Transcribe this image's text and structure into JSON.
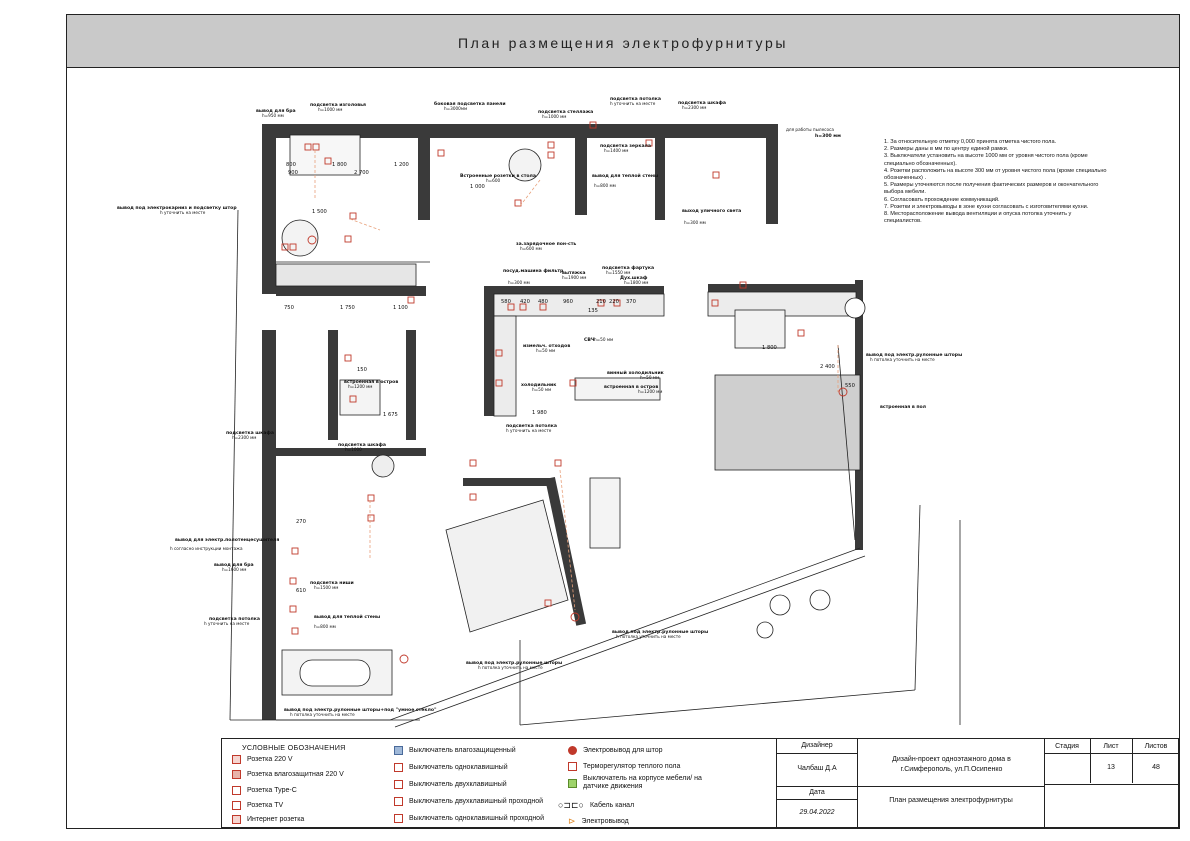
{
  "header": {
    "title": "План размещения электрофурнитуры"
  },
  "notes": [
    "1. За относительную отметку 0,000 принята отметка чистого пола.",
    "2. Размеры даны в мм по центру единой рамки.",
    "3. Выключатели установить на высоте 1000 мм от уровня чистого пола (кроме специально обозначенных).",
    "4. Розетки расположить на высоте 300 мм от уровня чистого пола (кроме специально обозначенных) .",
    "5. Размеры уточняются после получения фактических размеров и окончательного выбора мебели.",
    "6. Согласовать прохождение коммуникаций.",
    "7. Розетки и электровыводы в зоне кухни согласовать с изготовителями кухни.",
    "8. Месторасположение вывода вентиляции и опуска потолка уточнить у специалистов."
  ],
  "plan_labels": {
    "bra": "вывод для бра",
    "bra_h": "h=950 мм",
    "pods_izgol": "подсветка изголовья",
    "pods_izgol_h": "h=1000 мм",
    "bok_pods": "боковая подсветка панели",
    "bok_pods_h": "h=3000мм",
    "pods_stell": "подсветка стеллажа",
    "pods_stell_h": "h=1000 мм",
    "pods_potolka": "подсветка потолка",
    "pods_potolka_h": "h уточнить на месте",
    "pods_shkafa": "подсветка шкафа",
    "pods_shkafa_h": "h=2300 мм",
    "dlya_rab": "для работы пылесоса",
    "dlya_rab_h": "h=300 мм",
    "pods_zerk": "подсветка зеркала",
    "pods_zerk_h": "h=1400 мм",
    "vstr_stol": "Встроенные розетки в стола",
    "vstr_stol_h": "h=600",
    "vyvod_karniz": "вывод под электрокарниз и подсветку штор",
    "vyvod_karniz_h": "h уточнить на месте",
    "tepl_stena": "вывод для теплой стены",
    "tepl_stena_h": "h=800 мм",
    "vyh_svet": "выход уличного света",
    "vyh_svet_h": "h=300 мм",
    "zarad": "за.зарядочное пон-сть",
    "zarad_h": "h=600 мм",
    "posud": "посуд.машина фильтр",
    "posud_h": "h=300 мм",
    "vytyazhka": "вытяжка",
    "vytyazhka_h": "h=1900 мм",
    "pods_fartuk": "подсветка фартука",
    "pods_fartuk_h": "h=1550 мм",
    "duh_shkaf": "Дух.шкаф",
    "duh_shkaf_h": "h=1800 мм",
    "izmel": "измельч. отходов",
    "izmel_h": "h=50 мм",
    "svch": "СВЧ",
    "svch_h": "h=50 мм",
    "holod": "холодильник",
    "holod_h": "h=50 мм",
    "vin_holod": "винный холодильник",
    "vin_holod_h": "h=50 мм",
    "vstr_ostrov": "встроенная в остров",
    "vstr_ostrov_h": "h=1200 мм",
    "pods_potolka2": "подсветка потолка",
    "pods_potolka2_h": "h уточнить на месте",
    "shtory": "вывод под электр.рулонные шторы",
    "shtory_h": "h потолка уточнить на месте",
    "vstr_pol": "встроенная в пол",
    "vstr_ostrov2": "встроенная в остров",
    "vstr_ostrov2_h": "h=1200 мм",
    "pods_shkafa2": "подсветка шкафа",
    "pods_shkafa2_h": "h=1000",
    "polot": "вывод для электр.полотенцесушителя",
    "polot_h": "h согласно инструкции монтажа",
    "bra2": "вывод для бра",
    "bra2_h": "h=1600 мм",
    "pods_nishi": "подсветка ниши",
    "pods_nishi_h": "h=1500 мм",
    "tepl_stena2": "вывод для теплой стены",
    "tepl_stena2_h": "h=800 мм",
    "smart_glass": "вывод под электр.рулонные шторы+под \"умное стекло\"",
    "smart_glass_h": "h потолка уточнить на месте",
    "shtory2": "вывод под электр.рулонные шторы",
    "shtory2_h": "h потолка уточнить на месте"
  },
  "dims": [
    "800",
    "1 800",
    "900",
    "2 700",
    "1 200",
    "1 500",
    "750",
    "1 750",
    "1 100",
    "1 675",
    "1 980",
    "1 800",
    "2 400",
    "550",
    "150",
    "270",
    "580",
    "420",
    "480",
    "960",
    "210",
    "220",
    "370",
    "135",
    "610",
    "1 000"
  ],
  "legend": {
    "title": "УСЛОВНЫЕ ОБОЗНАЧЕНИЯ",
    "items": [
      "Розетка 220 V",
      "Розетка влагозащитная 220 V",
      "Розетка Type-C",
      "Розетка TV",
      "Интернет розетка",
      "Выключатель влагозащищенный",
      "Выключатель одноклавишный",
      "Выключатель двухклавишный",
      "Выключатель двухклавишный проходной",
      "Выключатель одноклавишный проходной",
      "Электровывод для штор",
      "Терморегулятор теплого пола",
      "Выключатель на корпусе мебели/ на датчике движения",
      "Кабель канал",
      "Электровывод"
    ]
  },
  "stamp": {
    "designer_label": "Дизайнер",
    "designer_value": "Чалбаш Д.А",
    "date_label": "Дата",
    "date_value": "29.04.2022",
    "project": "Дизайн-проект одноэтажного дома в г.Симферополь, ул.П.Осипенко",
    "sheet_title": "План размещения электрофурнитуры",
    "stage_label": "Стадия",
    "sheet_label": "Лист",
    "sheets_label": "Листов",
    "stage_value": "",
    "sheet_value": "13",
    "sheets_value": "48"
  },
  "colors": {
    "wall": "#3a3a3a",
    "symbol": "#c0392b",
    "title_bg": "#c9c9c9",
    "wire": "#e8a07a"
  }
}
